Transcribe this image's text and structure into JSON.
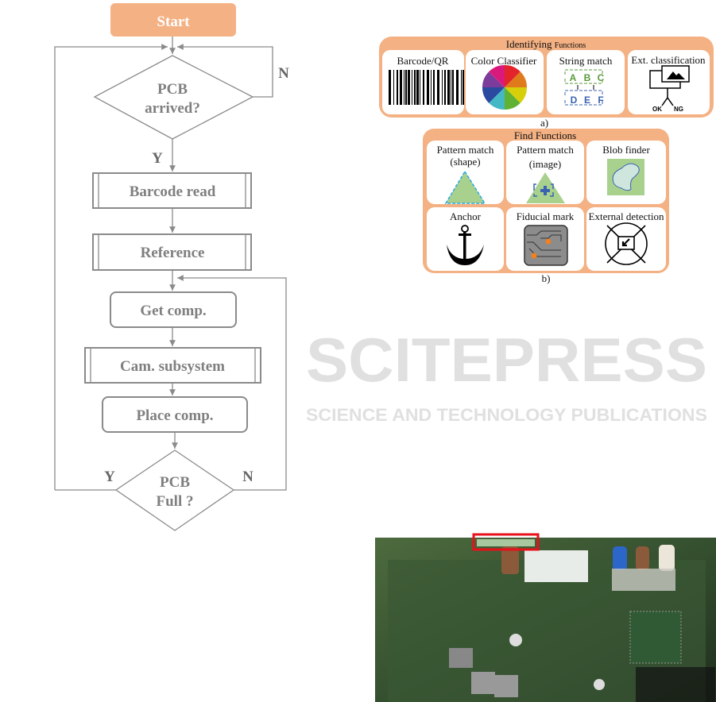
{
  "watermark": {
    "brand": "SCITEPRESS",
    "tagline": "SCIENCE AND TECHNOLOGY PUBLICATIONS"
  },
  "flowchart": {
    "start": "Start",
    "decision1": {
      "line1": "PCB",
      "line2": "arrived?",
      "yes": "Y",
      "no": "N"
    },
    "barcode_read": "Barcode read",
    "reference": "Reference",
    "get_comp": "Get comp.",
    "cam_subsystem": "Cam. subsystem",
    "place_comp": "Place comp.",
    "decision2": {
      "line1": "PCB",
      "line2": "Full ?",
      "yes": "Y",
      "no": "N"
    }
  },
  "identifying": {
    "title_main": "Identifying",
    "title_small": "Functions",
    "caption": "a)",
    "tiles": [
      "Barcode/QR",
      "Color Classifier",
      "String match",
      "Ext. classification"
    ],
    "string_letters_top": [
      "A",
      "B",
      "C"
    ],
    "string_letters_bottom": [
      "D",
      "E",
      "F"
    ],
    "ok_label": "OK",
    "ng_label": "NG"
  },
  "find": {
    "title": "Find Functions",
    "caption": "b)",
    "tiles": [
      {
        "line1": "Pattern match",
        "line2": "(shape)"
      },
      {
        "line1": "Pattern match",
        "line2": "(image)"
      },
      {
        "line1": "Blob finder",
        "line2": ""
      },
      {
        "line1": "Anchor",
        "line2": ""
      },
      {
        "line1": "Fiducial mark",
        "line2": ""
      },
      {
        "line1": "External detection",
        "line2": ""
      }
    ]
  },
  "colors": {
    "orange": "#f4b183",
    "flow_gray": "#808080",
    "highlight_red": "#e8101a",
    "pcb_green": "#3f5a34"
  }
}
